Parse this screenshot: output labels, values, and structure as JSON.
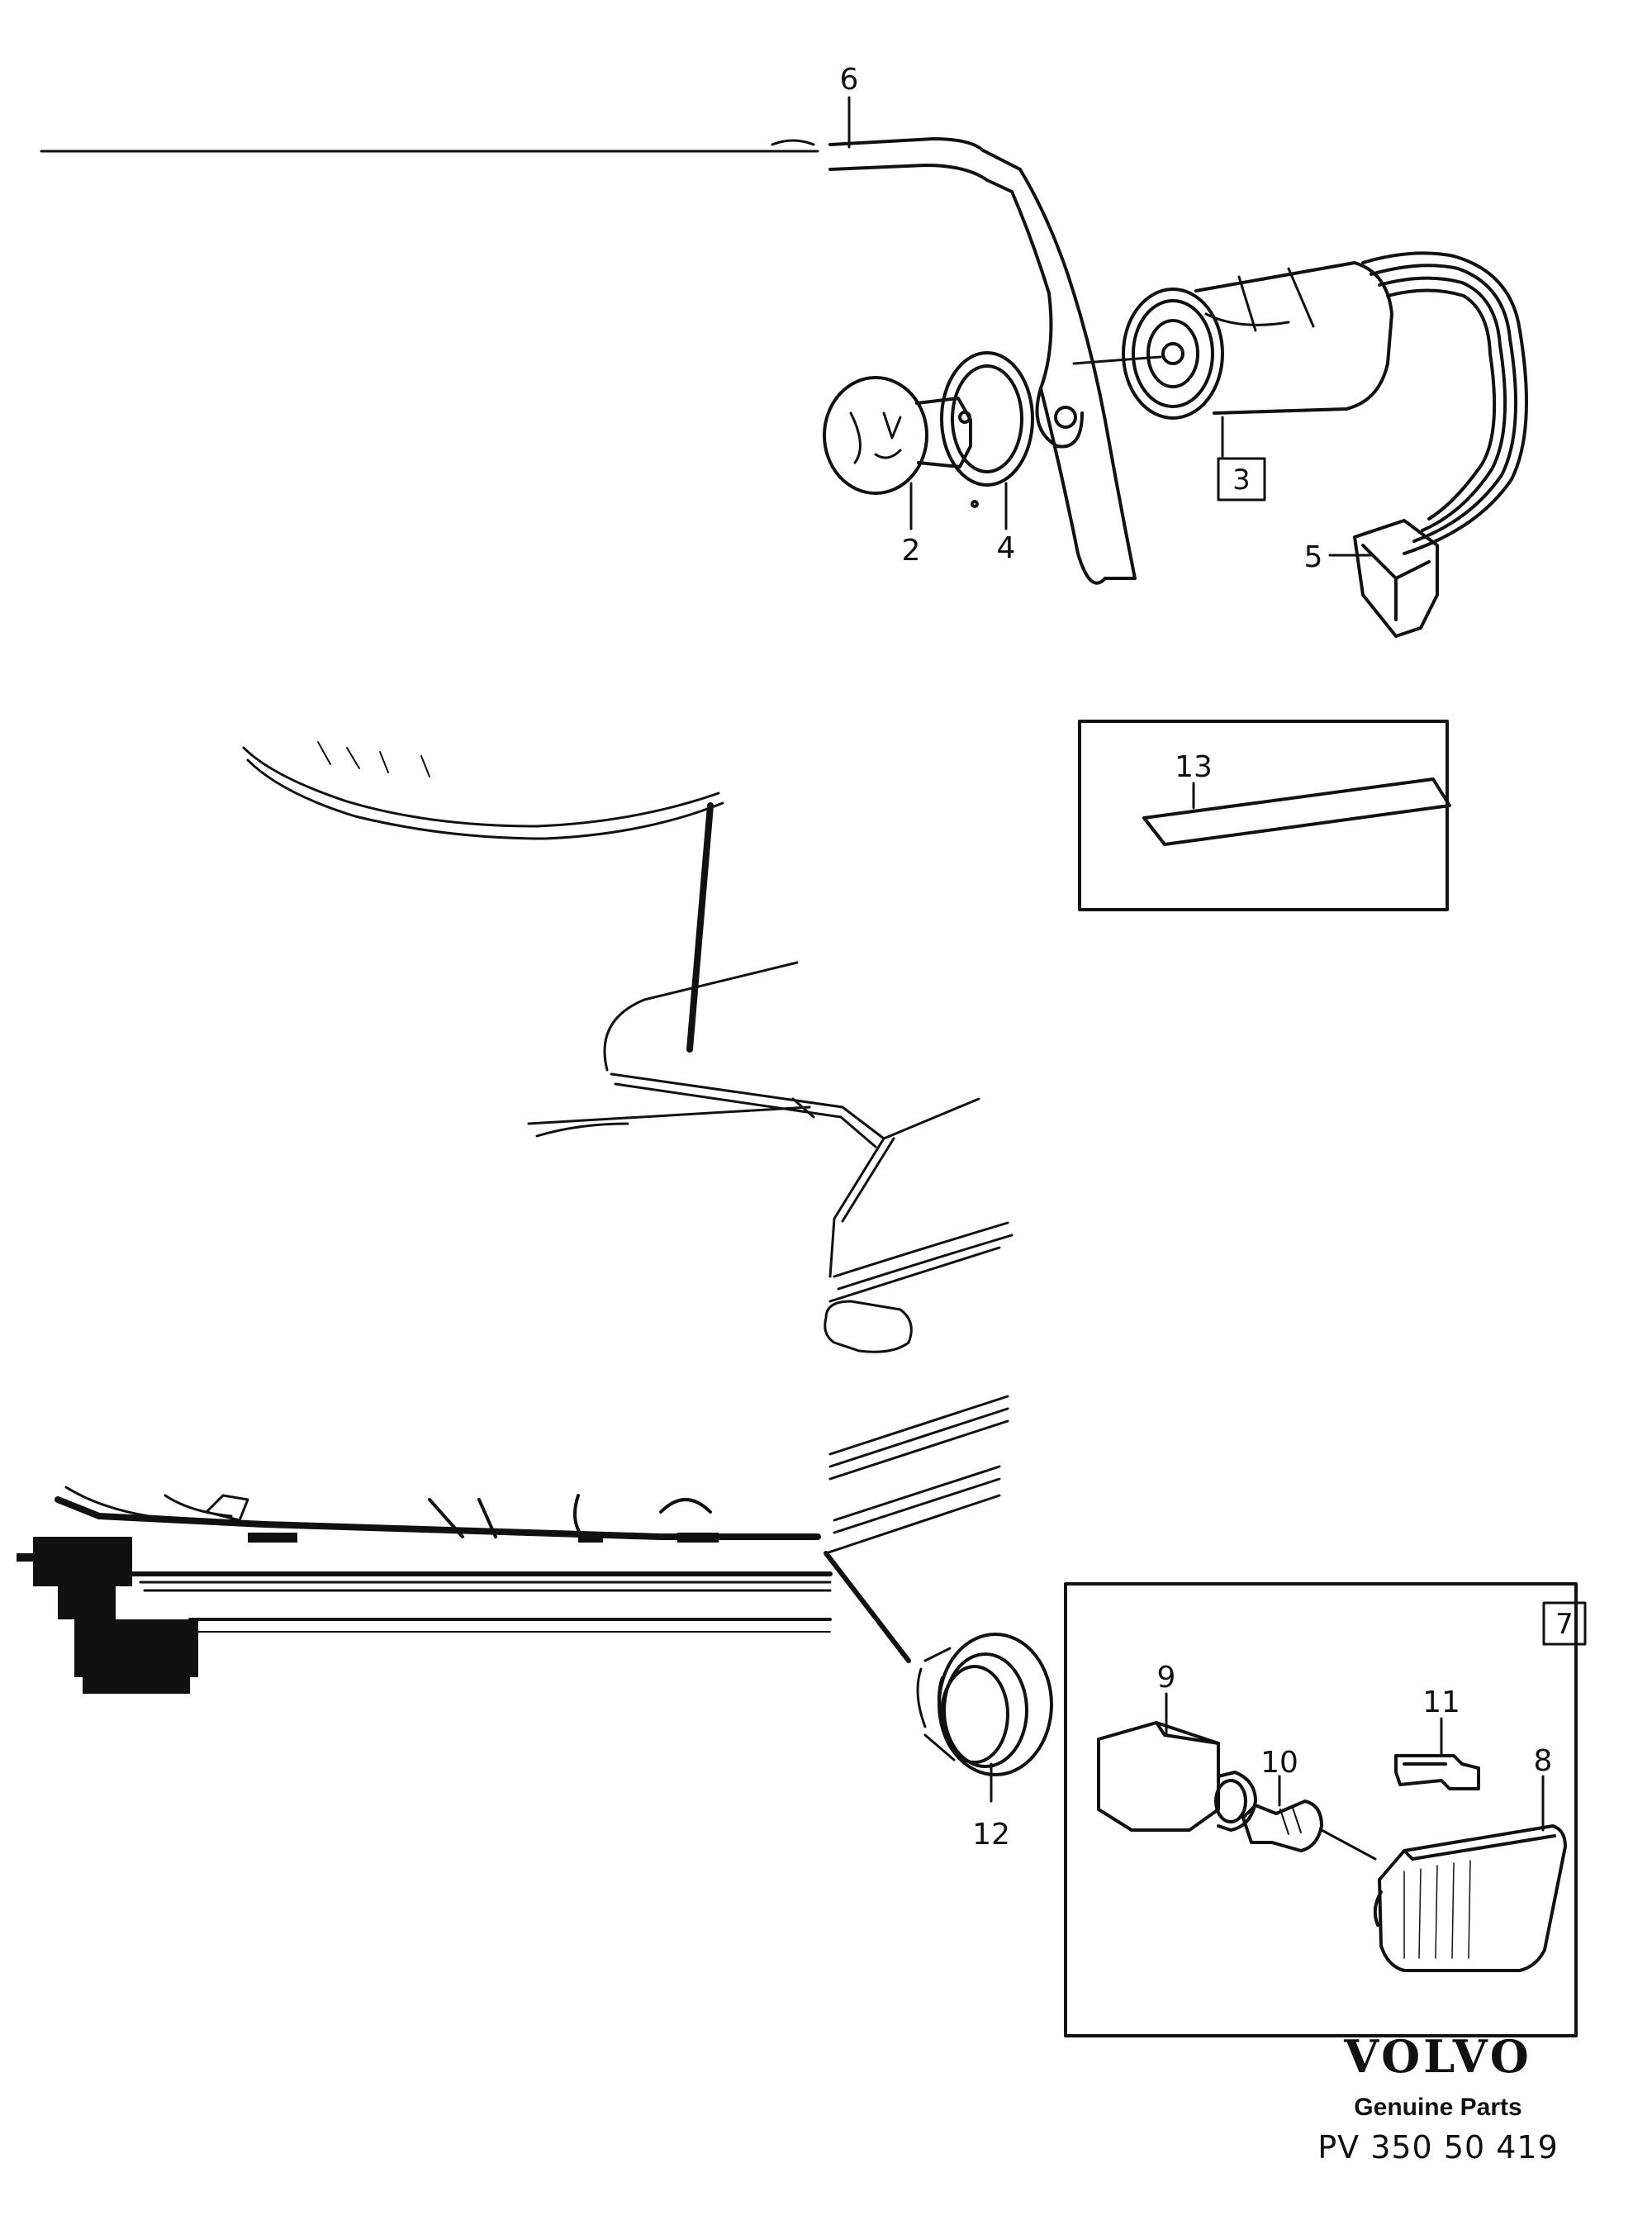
{
  "callouts": {
    "c2": "2",
    "c3": "3",
    "c4": "4",
    "c5": "5",
    "c6": "6",
    "c7": "7",
    "c8": "8",
    "c9": "9",
    "c10": "10",
    "c11": "11",
    "c12": "12",
    "c13": "13"
  },
  "brand": {
    "name": "VOLVO",
    "tagline": "Genuine Parts",
    "reference": "PV 350 50 419"
  }
}
